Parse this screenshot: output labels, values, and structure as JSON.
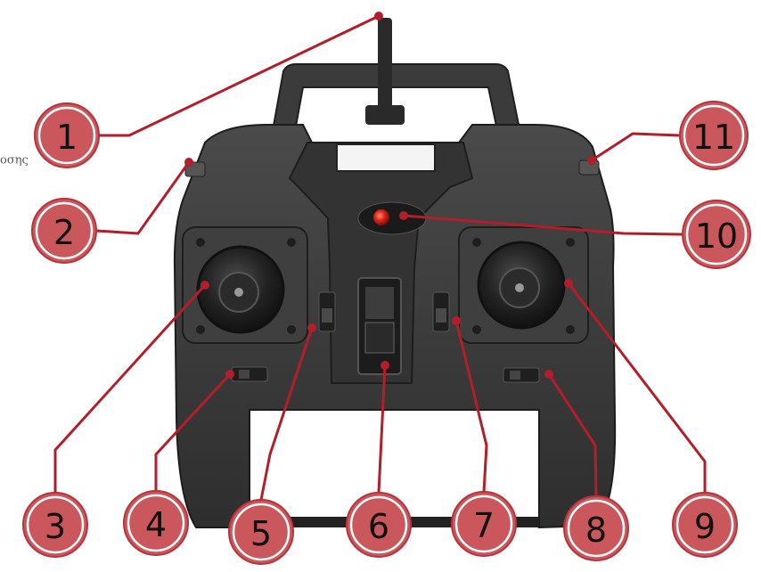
{
  "stray_text": "οσης",
  "colors": {
    "leader_line": "#b21e2a",
    "callout_fill": "#c9575c",
    "callout_ring": "#ffffff",
    "callout_outline": "#b8333b",
    "body_dark": "#3a3a3a",
    "led_red": "#e0241b"
  },
  "callouts": [
    {
      "id": "1",
      "label": "1",
      "target": "antenna-tip"
    },
    {
      "id": "2",
      "label": "2",
      "target": "left-shoulder-button"
    },
    {
      "id": "3",
      "label": "3",
      "target": "left-joystick"
    },
    {
      "id": "4",
      "label": "4",
      "target": "left-trim-slider"
    },
    {
      "id": "5",
      "label": "5",
      "target": "left-side-switch"
    },
    {
      "id": "6",
      "label": "6",
      "target": "power-switch"
    },
    {
      "id": "7",
      "label": "7",
      "target": "right-side-switch"
    },
    {
      "id": "8",
      "label": "8",
      "target": "right-trim-slider"
    },
    {
      "id": "9",
      "label": "9",
      "target": "right-joystick"
    },
    {
      "id": "10",
      "label": "10",
      "target": "power-led"
    },
    {
      "id": "11",
      "label": "11",
      "target": "right-shoulder-button"
    }
  ]
}
